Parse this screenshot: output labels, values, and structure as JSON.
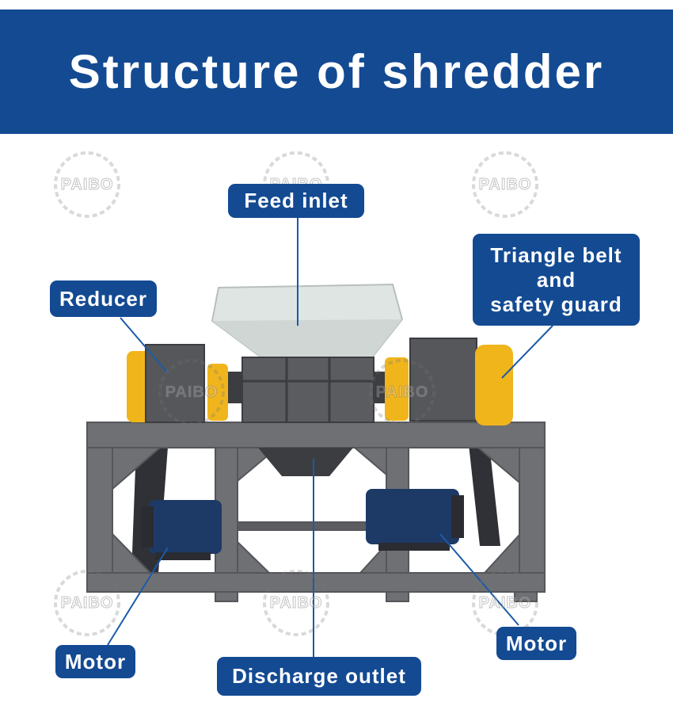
{
  "title": "Structure of shredder",
  "watermark_text": "PAIBO",
  "labels": {
    "feed_inlet": "Feed inlet",
    "reducer": "Reducer",
    "triangle_belt": "Triangle belt and safety guard",
    "triangle_belt_lines": [
      "Triangle belt",
      "and",
      "safety guard"
    ],
    "motor_left": "Motor",
    "motor_right": "Motor",
    "discharge_outlet": "Discharge outlet"
  },
  "colors": {
    "banner": "#134a92",
    "label_bg": "#134a92",
    "label_text": "#ffffff",
    "leader_line": "#1b5aa8",
    "machine_frame": "#6f7073",
    "guard_yellow": "#f1b51c",
    "motor_blue": "#1d3a66",
    "hopper": "#dfe5e3"
  }
}
